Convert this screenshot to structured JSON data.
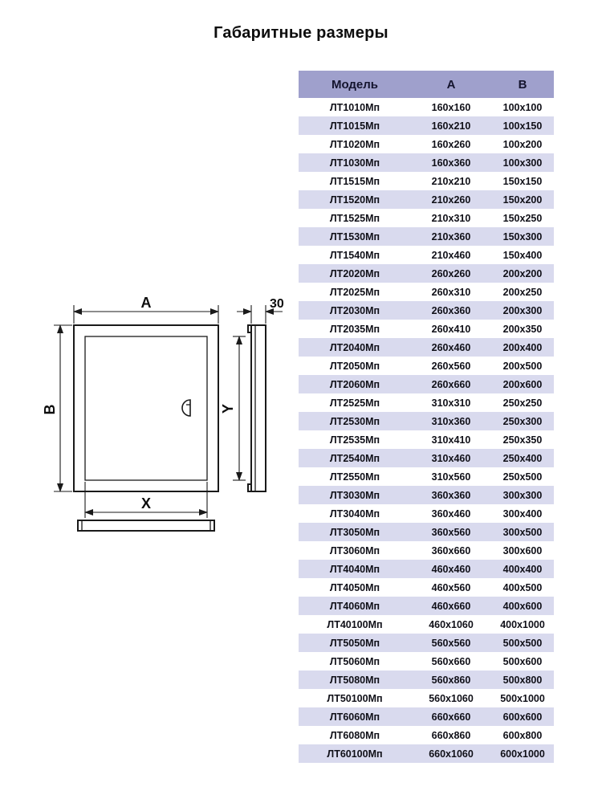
{
  "page": {
    "title": "Габаритные размеры"
  },
  "diagram": {
    "dim_a": "A",
    "dim_b": "B",
    "dim_x": "X",
    "dim_y": "Y",
    "dim_depth": "30",
    "keyhole_icon": "keyhole-handle"
  },
  "table": {
    "headers": [
      "Модель",
      "А",
      "В"
    ],
    "rows": [
      [
        "ЛТ1010Мп",
        "160x160",
        "100x100"
      ],
      [
        "ЛТ1015Мп",
        "160x210",
        "100x150"
      ],
      [
        "ЛТ1020Мп",
        "160x260",
        "100x200"
      ],
      [
        "ЛТ1030Мп",
        "160x360",
        "100x300"
      ],
      [
        "ЛТ1515Мп",
        "210x210",
        "150x150"
      ],
      [
        "ЛТ1520Мп",
        "210x260",
        "150x200"
      ],
      [
        "ЛТ1525Мп",
        "210x310",
        "150x250"
      ],
      [
        "ЛТ1530Мп",
        "210x360",
        "150x300"
      ],
      [
        "ЛТ1540Мп",
        "210x460",
        "150x400"
      ],
      [
        "ЛТ2020Мп",
        "260x260",
        "200x200"
      ],
      [
        "ЛТ2025Мп",
        "260x310",
        "200x250"
      ],
      [
        "ЛТ2030Мп",
        "260x360",
        "200x300"
      ],
      [
        "ЛТ2035Мп",
        "260x410",
        "200x350"
      ],
      [
        "ЛТ2040Мп",
        "260x460",
        "200x400"
      ],
      [
        "ЛТ2050Мп",
        "260x560",
        "200x500"
      ],
      [
        "ЛТ2060Мп",
        "260x660",
        "200x600"
      ],
      [
        "ЛТ2525Мп",
        "310x310",
        "250x250"
      ],
      [
        "ЛТ2530Мп",
        "310x360",
        "250x300"
      ],
      [
        "ЛТ2535Мп",
        "310x410",
        "250x350"
      ],
      [
        "ЛТ2540Мп",
        "310x460",
        "250x400"
      ],
      [
        "ЛТ2550Мп",
        "310x560",
        "250x500"
      ],
      [
        "ЛТ3030Мп",
        "360x360",
        "300x300"
      ],
      [
        "ЛТ3040Мп",
        "360x460",
        "300x400"
      ],
      [
        "ЛТ3050Мп",
        "360x560",
        "300x500"
      ],
      [
        "ЛТ3060Мп",
        "360x660",
        "300x600"
      ],
      [
        "ЛТ4040Мп",
        "460x460",
        "400x400"
      ],
      [
        "ЛТ4050Мп",
        "460x560",
        "400x500"
      ],
      [
        "ЛТ4060Мп",
        "460x660",
        "400x600"
      ],
      [
        "ЛТ40100Мп",
        "460x1060",
        "400x1000"
      ],
      [
        "ЛТ5050Мп",
        "560x560",
        "500x500"
      ],
      [
        "ЛТ5060Мп",
        "560x660",
        "500x600"
      ],
      [
        "ЛТ5080Мп",
        "560x860",
        "500x800"
      ],
      [
        "ЛТ50100Мп",
        "560x1060",
        "500x1000"
      ],
      [
        "ЛТ6060Мп",
        "660x660",
        "600x600"
      ],
      [
        "ЛТ6080Мп",
        "660x860",
        "600x800"
      ],
      [
        "ЛТ60100Мп",
        "660x1060",
        "600x1000"
      ]
    ],
    "colors": {
      "header_bg": "#9fa0cc",
      "row_alt_bg": "#d9daee",
      "row_bg": "#ffffff"
    }
  }
}
